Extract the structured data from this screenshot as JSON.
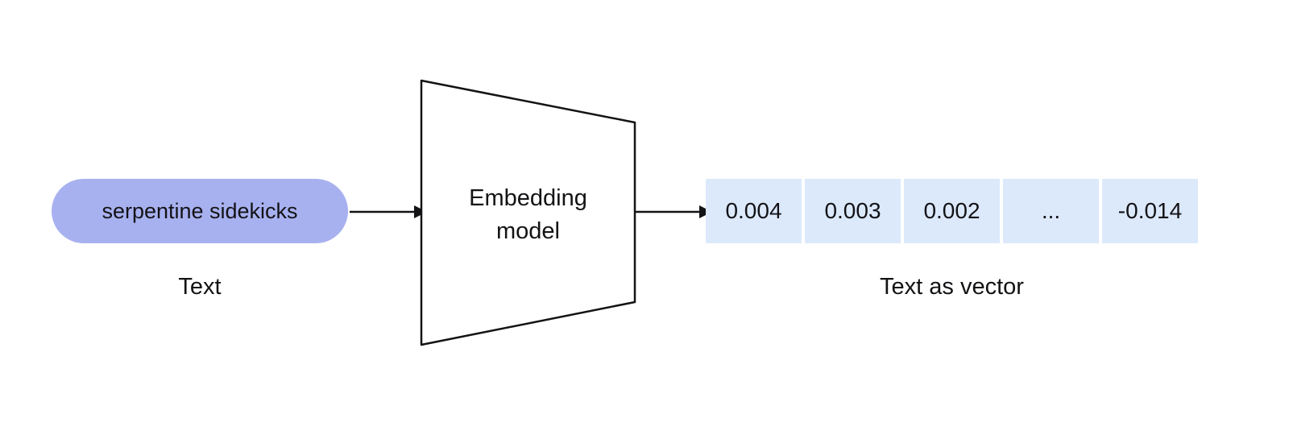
{
  "diagram": {
    "input": {
      "pill_text": "serpentine sidekicks",
      "caption": "Text"
    },
    "model": {
      "label_line1": "Embedding",
      "label_line2": "model"
    },
    "output": {
      "cells": [
        "0.004",
        "0.003",
        "0.002",
        "...",
        "-0.014"
      ],
      "caption": "Text as vector"
    },
    "colors": {
      "background": "#ffffff",
      "pill_bg": "#a8b1f0",
      "cell_bg": "#dce9fb",
      "stroke": "#131316",
      "text": "#131316"
    }
  }
}
